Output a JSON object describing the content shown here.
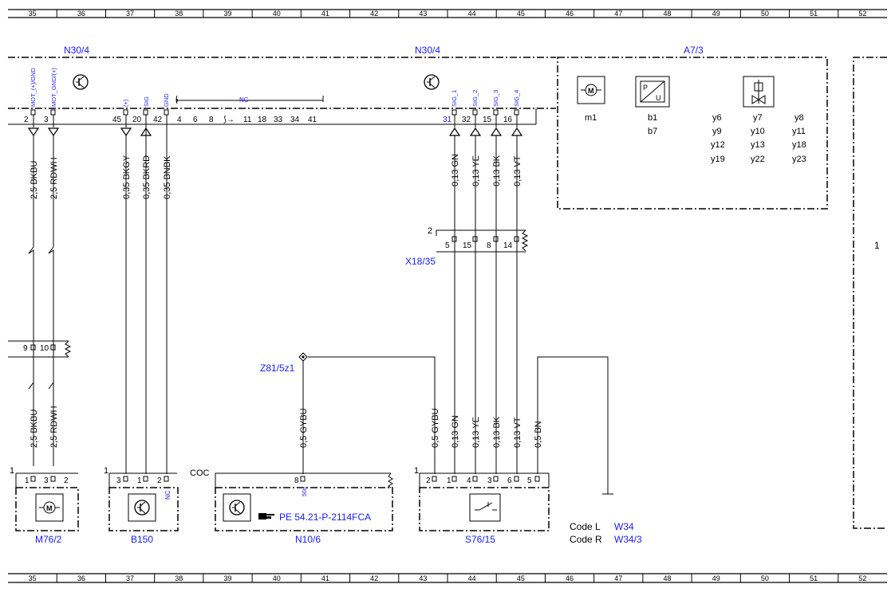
{
  "grid": {
    "columns": [
      "35",
      "36",
      "37",
      "38",
      "39",
      "40",
      "41",
      "42",
      "43",
      "44",
      "45",
      "46",
      "47",
      "48",
      "49",
      "50",
      "51",
      "52"
    ]
  },
  "components": {
    "n30_4_left": "N30/4",
    "n30_4_right": "N30/4",
    "a7_3": "A7/3",
    "m76_2": "M76/2",
    "b150": "B150",
    "n10_6": "N10/6",
    "s76_15": "S76/15",
    "x18_35": "X18/35",
    "z81_5z1": "Z81/5z1",
    "coc": "COC",
    "right_block_num": "1"
  },
  "n30_top_pins": {
    "pin_numbers": [
      "2",
      "3",
      "45",
      "20",
      "42",
      "4",
      "6",
      "8",
      "11",
      "18",
      "33",
      "34",
      "41",
      "31",
      "32",
      "15",
      "16"
    ],
    "pin_signals": [
      "MOT_(+)/GND",
      "MOT_GND/(+)",
      "(+)",
      "SIG",
      "GND",
      "SIG_1",
      "SIG_2",
      "SIG_3",
      "SIG_4"
    ],
    "nc_label": "NC"
  },
  "wires_upper": [
    "2,5 BKBU",
    "2,5 RDWH",
    "0,35 BKGY",
    "0,35 BKRD",
    "0,35 BNBK",
    "0,13 GN",
    "0,13 YE",
    "0,13 BK",
    "0,13 VT"
  ],
  "wires_lower": [
    "2,5 BKBU",
    "2,5 RDWH",
    "0,5 GYBU",
    "0,5 GYBU",
    "0,13 GN",
    "0,13 YE",
    "0,13 BK",
    "0,13 VT",
    "0,5 BN"
  ],
  "x18_35": {
    "group": "2",
    "pins": [
      "5",
      "15",
      "8",
      "14"
    ]
  },
  "mid_connector": {
    "pins": [
      "9",
      "10"
    ]
  },
  "a7_3_items": {
    "icons": [
      "m1",
      "b1",
      "b7"
    ],
    "valves": [
      "y6",
      "y7",
      "y8",
      "y9",
      "y10",
      "y11",
      "y12",
      "y13",
      "y18",
      "y19",
      "y22",
      "y23"
    ]
  },
  "m76_2_pins": [
    "1",
    "3",
    "2"
  ],
  "b150_pins": [
    "3",
    "1",
    "2"
  ],
  "b150_nc": "NC",
  "n10_6_pin": "8",
  "n10_6_pin_sub": "50d",
  "n10_6_ref": "PE 54.21-P-2114FCA",
  "s76_15_pins": [
    "2",
    "1",
    "4",
    "3",
    "6",
    "5"
  ],
  "block_index": "1",
  "codes": {
    "code_l_label": "Code L",
    "code_l_value": "W34",
    "code_r_label": "Code R",
    "code_r_value": "W34/3"
  }
}
